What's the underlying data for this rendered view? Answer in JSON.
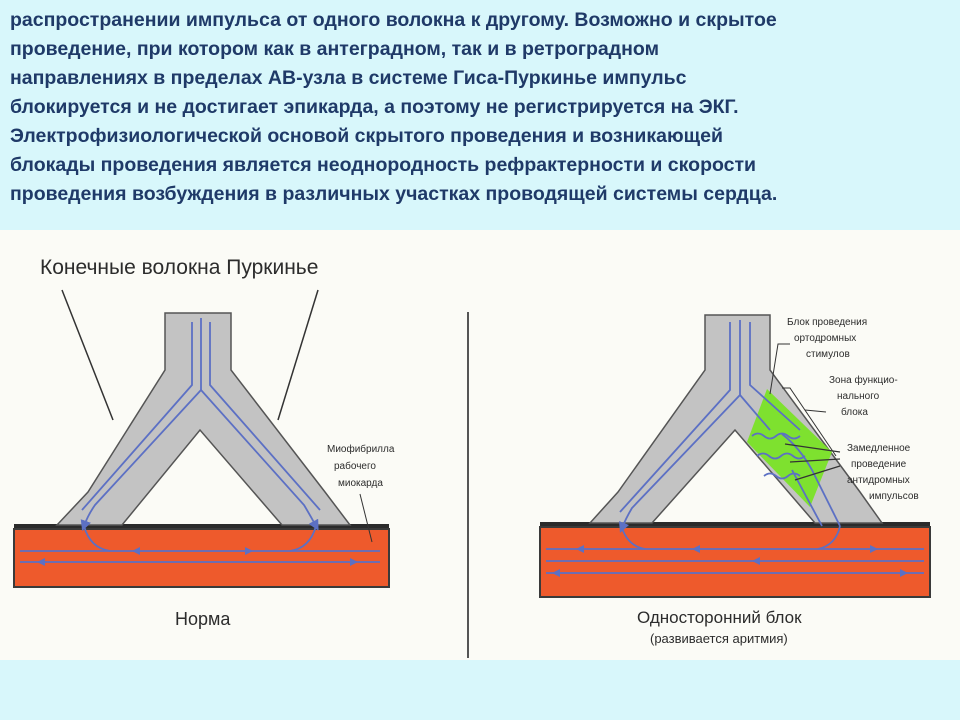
{
  "slide_text": [
    "распространении импульса от одного волокна к другому. Возможно и скрытое",
    "проведение, при котором как в антеградном, так и в ретроградном",
    "направлениях в пределах АВ-узла в системе Гиса-Пуркинье импульс",
    "блокируется и не достигает эпикарда, а поэтому не регистрируется на ЭКГ.",
    "Электрофизиологической основой скрытого проведения и возникающей",
    "блокады проведения является неоднородность рефрактерности и скорости",
    "проведения возбуждения в различных участках проводящей системы сердца."
  ],
  "figure": {
    "title": "Конечные волокна Пуркинье",
    "left_panel": {
      "myofibril_label": [
        "Миофибрилла",
        "рабочего",
        "миокарда"
      ],
      "caption": "Норма"
    },
    "right_panel": {
      "block_label": [
        "Блок проведения",
        "ортодромных",
        "стимулов"
      ],
      "zone_label": [
        "Зона функцио-",
        "нального",
        "блока"
      ],
      "slowed_label": [
        "Замедленное",
        "проведение",
        "антидромных",
        "импульсов"
      ],
      "caption": "Односторонний блок",
      "subcaption": "(развивается аритмия)"
    },
    "colors": {
      "fiber": "#c3c3c3",
      "myocardium": "#ee5a2c",
      "path": "#5c70c4",
      "block_zone": "#7ee12f",
      "background": "#d8f7fb"
    }
  }
}
